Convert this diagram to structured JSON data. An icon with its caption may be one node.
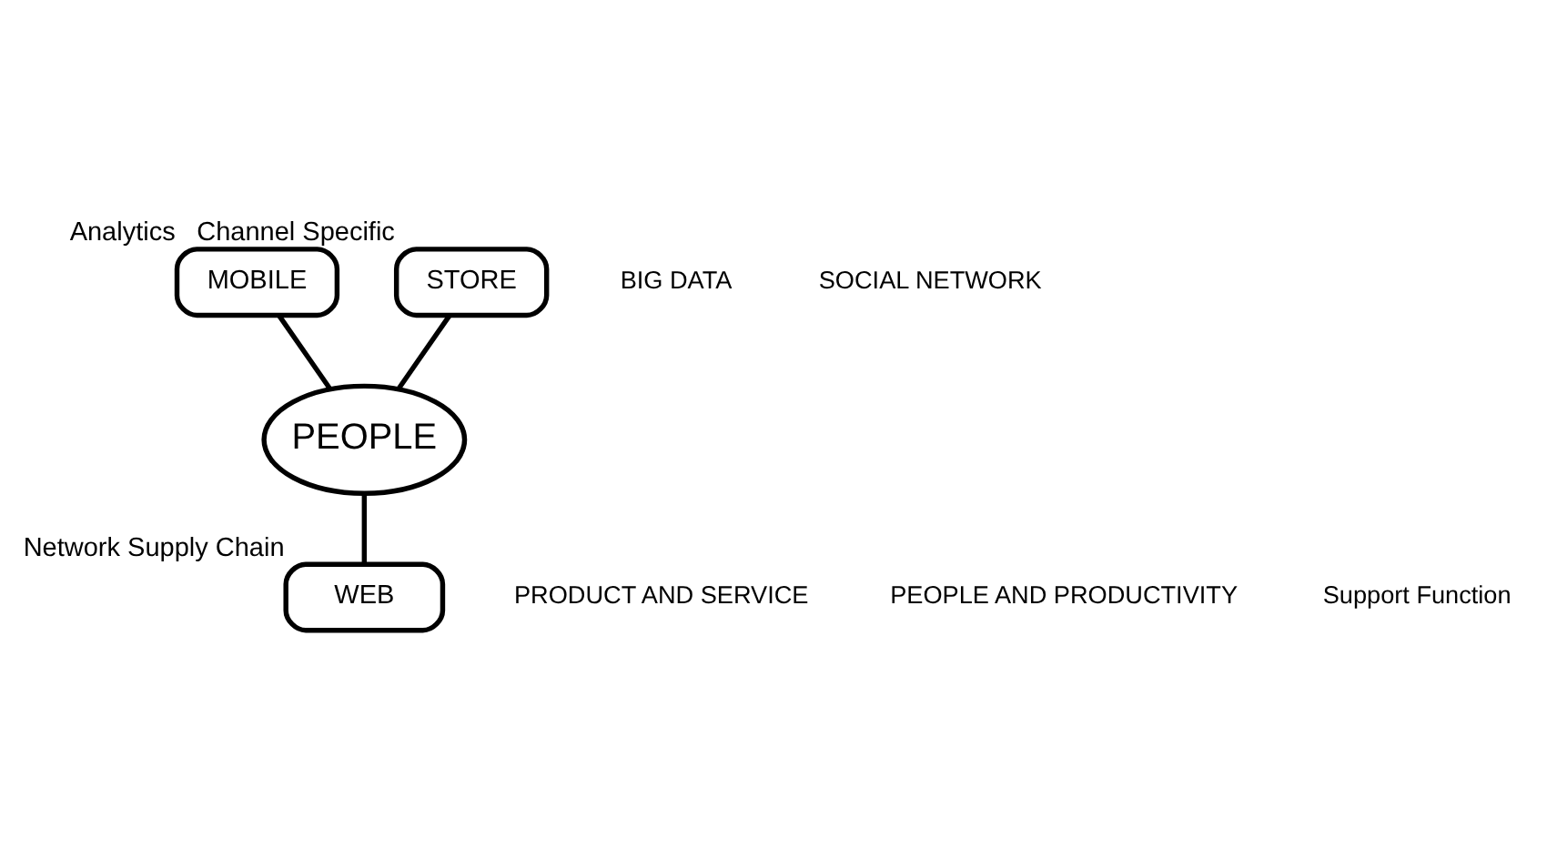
{
  "diagram": {
    "nodes": [
      {
        "text": [
          "PEOPLE"
        ]
      },
      {
        "text": [
          "MOBILE"
        ],
        "beside": [
          "Analytics"
        ]
      },
      {
        "text": [
          "STORE"
        ],
        "beside": [
          "Channel Specific"
        ]
      },
      {
        "text": [
          "WEB"
        ],
        "beside": [
          "Network Supply Chain"
        ]
      }
    ],
    "edges": [
      {
        "from": 1,
        "to": 0,
        "arrow": "none"
      },
      {
        "from": 2,
        "to": 0,
        "arrow": "none"
      },
      {
        "from": 0,
        "to": 3,
        "arrow": "none"
      }
    ],
    "labels": [
      "BIG DATA",
      "SOCIAL NETWORK",
      "PRODUCT AND SERVICE",
      "PEOPLE AND PRODUCTIVITY",
      "Support Function"
    ]
  }
}
